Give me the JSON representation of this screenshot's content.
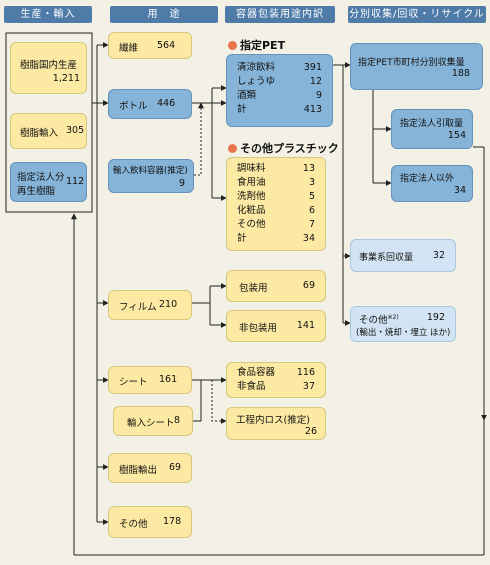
{
  "headers": [
    "生産・輸入",
    "用　途",
    "容器包装用途内訳",
    "分別収集/回収・リサイクル"
  ],
  "production": [
    {
      "label": "樹脂国内生産",
      "value": "1,211"
    },
    {
      "label": "樹脂輸入",
      "value": "305"
    },
    {
      "label_line1": "指定法人分",
      "label_line2": "再生樹脂",
      "value": "112"
    }
  ],
  "uses": {
    "fiber": {
      "label": "繊維",
      "value": "564"
    },
    "bottle": {
      "label": "ボトル",
      "value": "446"
    },
    "imported_bottle": {
      "label": "輸入飲料容器(推定)",
      "value": "9"
    },
    "film": {
      "label": "フィルム",
      "value": "210"
    },
    "sheet": {
      "label": "シート",
      "value": "161"
    },
    "imported_sheet": {
      "label": "輸入シート",
      "value": "8"
    },
    "resin_export": {
      "label": "樹脂輸出",
      "value": "69"
    },
    "other": {
      "label": "その他",
      "value": "178"
    }
  },
  "pet": {
    "title": "指定PET",
    "items": [
      {
        "label": "清涼飲料",
        "value": "391"
      },
      {
        "label": "しょうゆ",
        "value": "12"
      },
      {
        "label": "酒類",
        "value": "9"
      },
      {
        "label": "計",
        "value": "413"
      }
    ]
  },
  "other_plastic": {
    "title": "その他プラスチック",
    "items": [
      {
        "label": "調味料",
        "value": "13"
      },
      {
        "label": "食用油",
        "value": "3"
      },
      {
        "label": "洗剤他",
        "value": "5"
      },
      {
        "label": "化粧品",
        "value": "6"
      },
      {
        "label": "その他",
        "value": "7"
      },
      {
        "label": "計",
        "value": "34"
      }
    ]
  },
  "film_breakdown": [
    {
      "label": "包装用",
      "value": "69"
    },
    {
      "label": "非包装用",
      "value": "141"
    }
  ],
  "sheet_breakdown": [
    {
      "label": "食品容器",
      "value": "116"
    },
    {
      "label": "非食品",
      "value": "37"
    }
  ],
  "process_loss": {
    "label": "工程内ロス(推定)",
    "value": "26"
  },
  "recycling": {
    "municipal": {
      "label": "指定PET市町村分別収集量",
      "value": "188"
    },
    "designated": {
      "label": "指定法人引取量",
      "value": "154"
    },
    "non_designated": {
      "label": "指定法人以外",
      "value": "34"
    },
    "business": {
      "label": "事業系回収量",
      "value": "32"
    },
    "other": {
      "label": "その他",
      "note": "※2)",
      "value": "192",
      "sub": "(輸出・焼却・埋立 ほか)"
    }
  }
}
